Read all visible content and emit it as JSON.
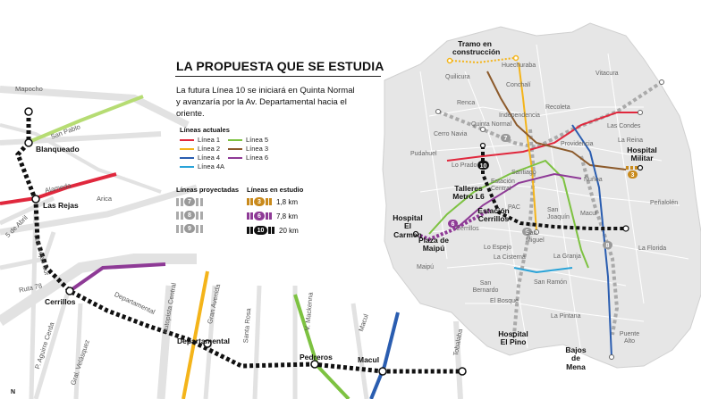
{
  "title": "LA PROPUESTA QUE SE ESTUDIA",
  "description": "La futura Línea 10 se iniciará en Quinta Normal y avanzaría por la Av. Departamental hacia el oriente.",
  "legend": {
    "current_header": "Líneas actuales",
    "current_lines": [
      {
        "label": "Línea 1",
        "color": "#e0283d"
      },
      {
        "label": "Línea 5",
        "color": "#7dc241"
      },
      {
        "label": "Línea 2",
        "color": "#f4b41a"
      },
      {
        "label": "Línea 3",
        "color": "#8c5a2b"
      },
      {
        "label": "Línea 4",
        "color": "#2a5db0"
      },
      {
        "label": "Línea 6",
        "color": "#8e3a96"
      },
      {
        "label": "Línea 4A",
        "color": "#29a3d8"
      }
    ],
    "projected_header": "Líneas proyectadas",
    "projected": [
      "7",
      "8",
      "9"
    ],
    "study_header": "Líneas en estudio",
    "study": [
      {
        "num": "3",
        "km": "1,8 km",
        "color": "#c98a1c"
      },
      {
        "num": "6",
        "km": "7,8 km",
        "color": "#8e3a96"
      },
      {
        "num": "10",
        "km": "20 km",
        "color": "#111111"
      }
    ]
  },
  "left_map": {
    "streets": {
      "mapocho": "Mapocho",
      "alameda": "Alameda",
      "arica": "Arica",
      "cinco_abril": "5 de Abril",
      "rejas_sur": "Las Rejas Sur",
      "ruta78": "Ruta 78",
      "aguirre_cerda": "P. Aguirre Cerda",
      "velasquez": "Gral. Velásquez",
      "departamental": "Departamental",
      "autopista_central": "Autopista Central",
      "gran_avenida": "Gran Avenida",
      "santa_rosa": "Santa Rosa",
      "vicuna": "V. Mackenna",
      "macul": "Macul",
      "tobalaba": "Tobalaba"
    },
    "stations": {
      "san_pablo": "San Pablo",
      "blanqueado": "Blanqueado",
      "las_rejas": "Las Rejas",
      "cerrillos": "Cerrillos",
      "departamental": "Departamental",
      "pedreros": "Pedreros",
      "macul": "Macul"
    },
    "north": "N"
  },
  "right_map": {
    "districts": [
      "Huechuraba",
      "Vitacura",
      "Quilicura",
      "Conchalí",
      "Recoleta",
      "Renca",
      "Independencia",
      "Las Condes",
      "Quinta Normal",
      "Cerro Navia",
      "Providencia",
      "La Reina",
      "Pudahuel",
      "Lo Prado",
      "Santiago",
      "Ñuñoa",
      "Estación Central",
      "Peñalolén",
      "Macul",
      "San Joaquín",
      "PAC",
      "San Miguel",
      "Cerrillos",
      "Lo Espejo",
      "La Florida",
      "La Cisterna",
      "La Granja",
      "Maipú",
      "San Bernardo",
      "San Ramón",
      "El Bosque",
      "La Pintana",
      "Puente Alto"
    ],
    "callouts": {
      "tramo": "Tramo en construcción",
      "hospital_militar": "Hospital Militar",
      "talleres": "Talleres Metro L6",
      "estacion_cerrillos": "Estación Cerrillos",
      "hospital_carmen": "Hospital El Carmen",
      "plaza_maipu": "Plaza de Maipú",
      "hospital_pino": "Hospital El Pino",
      "bajos_mena": "Bajos de Mena"
    }
  }
}
